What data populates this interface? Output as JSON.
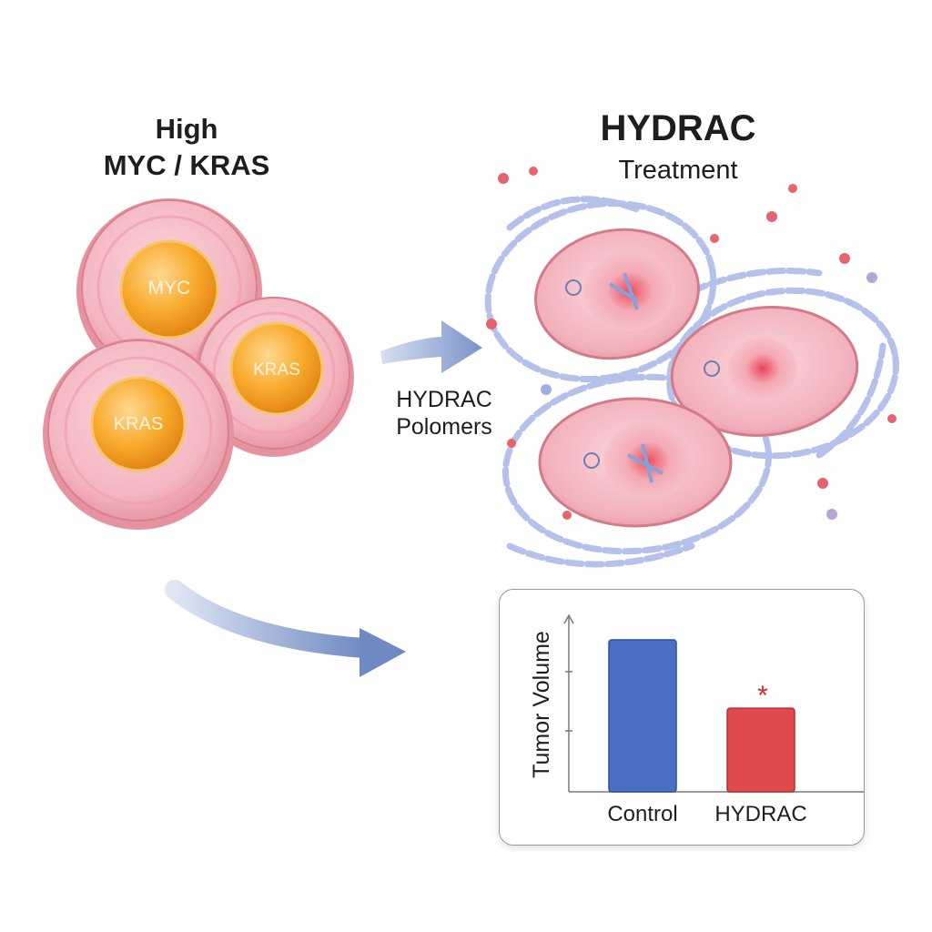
{
  "left_title_line1": "High",
  "left_title_line2": "MYC / KRAS",
  "right_title": "HYDRAC",
  "right_subtitle": "Treatment",
  "arrow_label_line1": "HYDRAC",
  "arrow_label_line2": "Polomers",
  "cells": {
    "nucleus_labels": [
      "MYC",
      "KRAS",
      "KRAS"
    ]
  },
  "colors": {
    "cell_pink": "#f5b8c2",
    "nucleus_orange": "#f6a020",
    "arrow_blue": "#7c93c8",
    "polymer_blue": "#b8c4ea",
    "control_bar": "#4a6fc4",
    "hydrac_bar": "#e04a4c",
    "significance_star": "#d62828"
  },
  "chart_data": {
    "type": "bar",
    "categories": [
      "Control",
      "HYDRAC"
    ],
    "values": [
      1.0,
      0.55
    ],
    "ylabel": "Tumor Volume",
    "ylim": [
      0,
      1.15
    ],
    "annotations": [
      {
        "category": "HYDRAC",
        "text": "*"
      }
    ],
    "grid": false,
    "legend": "none"
  }
}
